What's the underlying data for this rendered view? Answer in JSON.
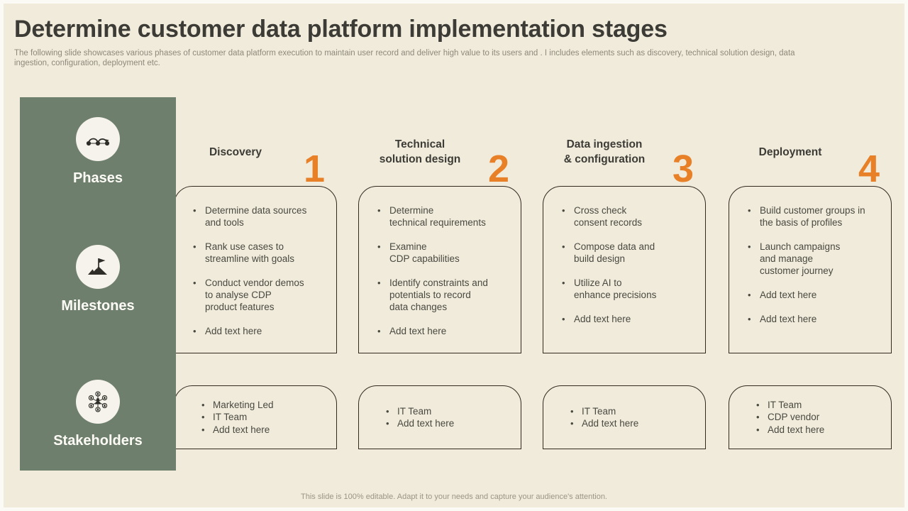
{
  "slide": {
    "title": "Determine customer data platform implementation stages",
    "subtitle": "The following slide showcases various phases of customer data platform execution to maintain user record and deliver high value to its users and . I includes elements such as discovery, technical solution design, data ingestion, configuration, deployment etc.",
    "footer": "This slide is 100% editable.  Adapt it to your needs and capture your audience's attention."
  },
  "colors": {
    "background": "#F0EBDB",
    "sidebar_green": "#6F7F6D",
    "accent_orange": "#E88028",
    "box_border": "#33291F",
    "title_text": "#3C3B35",
    "body_text": "#4A4940",
    "muted_text": "#8E897A"
  },
  "sidebar": {
    "rows": [
      {
        "label": "Phases",
        "icon": "process-steps-icon"
      },
      {
        "label": "Milestones",
        "icon": "milestone-flag-icon"
      },
      {
        "label": "Stakeholders",
        "icon": "stakeholder-network-icon"
      }
    ]
  },
  "columns": [
    {
      "number": "1",
      "title": "Discovery",
      "milestones": [
        "Determine data sources\nand tools",
        "Rank use cases to\nstreamline with goals",
        "Conduct vendor demos\nto analyse CDP\nproduct features",
        "Add text here"
      ],
      "stakeholders": [
        "Marketing Led",
        "IT Team",
        "Add text here"
      ]
    },
    {
      "number": "2",
      "title": "Technical\nsolution design",
      "milestones": [
        "Determine\ntechnical requirements",
        "Examine\nCDP capabilities",
        "Identify constraints and\npotentials to record\ndata changes",
        "Add text here"
      ],
      "stakeholders": [
        "IT Team",
        "Add text here"
      ]
    },
    {
      "number": "3",
      "title": "Data ingestion\n& configuration",
      "milestones": [
        "Cross check\nconsent records",
        "Compose data and\nbuild design",
        "Utilize AI to\nenhance precisions",
        "Add text here"
      ],
      "stakeholders": [
        "IT Team",
        "Add text here"
      ]
    },
    {
      "number": "4",
      "title": "Deployment",
      "milestones": [
        "Build customer groups in\nthe basis of profiles",
        "Launch campaigns\nand manage\ncustomer journey",
        "Add text here",
        "Add text here"
      ],
      "stakeholders": [
        "IT Team",
        "CDP vendor",
        "Add text here"
      ]
    }
  ]
}
